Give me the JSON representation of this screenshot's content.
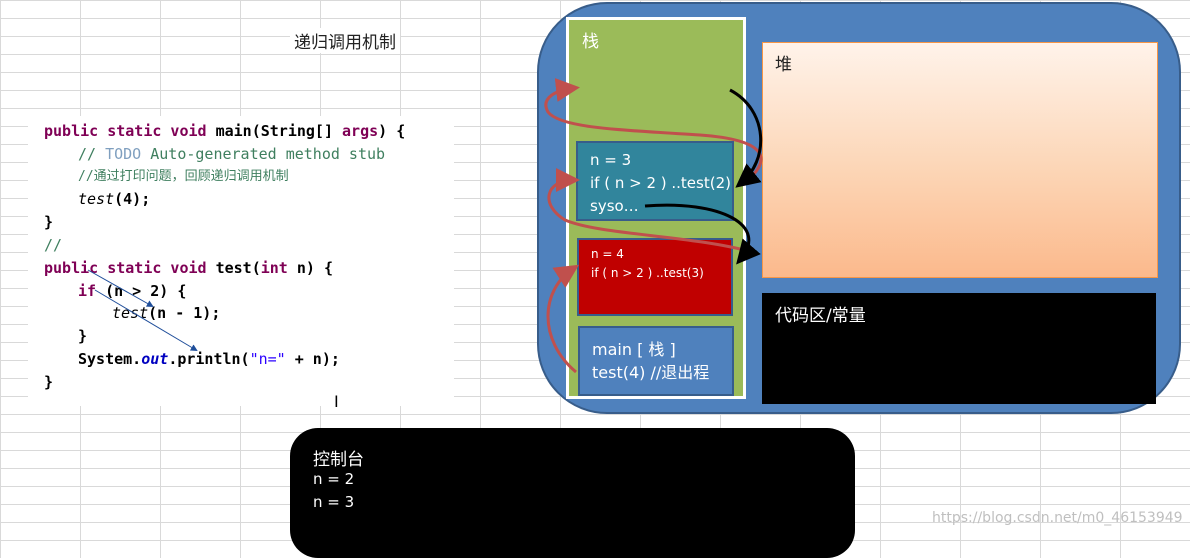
{
  "title": "递归调用机制",
  "code": {
    "l1_kw": "public static void",
    "l1_rest": " main(String[] ",
    "l1_args": "args",
    "l1_end": ") {",
    "l2_prefix": "// ",
    "l2_todo": "TODO",
    "l2_rest": " Auto-generated method stub",
    "l3": "//通过打印问题，回顾递归调用机制",
    "l4_call": "test",
    "l4_rest": "(4);",
    "l5": "}",
    "l6": "//",
    "l7_kw": "public static void",
    "l7_rest": " test(",
    "l7_int": "int",
    "l7_end": " n) {",
    "l8_if": "if",
    "l8_rest": " (n > 2) {",
    "l9_call": "test",
    "l9_rest": "(n - 1);",
    "l10": "}",
    "l11_a": "System.",
    "l11_out": "out",
    "l11_b": ".println(",
    "l11_str": "\"n=\"",
    "l11_c": " + n);",
    "l12": "}"
  },
  "cursor_glyph": "I",
  "memory": {
    "stack_label": "栈",
    "frame3": {
      "line1": "n  = 3",
      "line2": "if ( n > 2 ) ..test(2)",
      "line3": "syso…"
    },
    "frame4": {
      "line1": "n  = 4",
      "line2": "if ( n > 2 ) ..test(3)"
    },
    "frame_main": {
      "line1": "main [ 栈 ]",
      "line2": "test(4) //退出程"
    },
    "heap_label": "堆",
    "code_area_label": "代码区/常量"
  },
  "console": {
    "label": "控制台",
    "lines": [
      "n = 2",
      "n = 3"
    ]
  },
  "watermark": "https://blog.csdn.net/m0_46153949",
  "colors": {
    "memory_bg": "#4f81bd",
    "stack_bg": "#9bbb59",
    "frame3_bg": "#31859c",
    "frame4_bg": "#c00000",
    "heap_bg": "#fcd5b5",
    "arrow_red": "#c0504d",
    "arrow_black": "#000000"
  }
}
